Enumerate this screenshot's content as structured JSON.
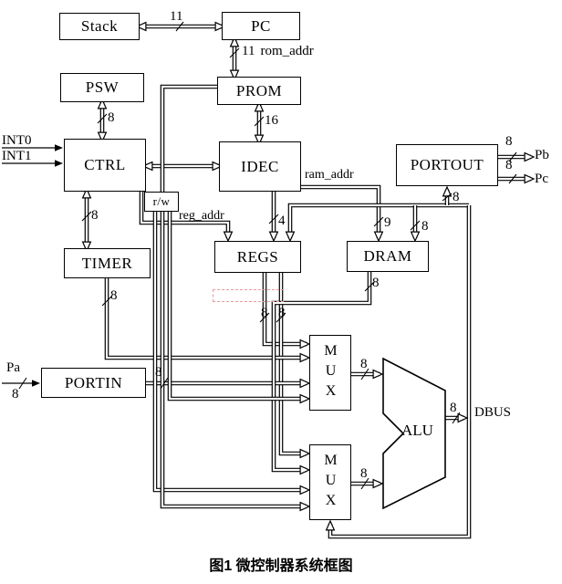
{
  "figure": {
    "caption": "图1  微控制器系统框图"
  },
  "blocks": {
    "stack": "Stack",
    "pc": "PC",
    "psw": "PSW",
    "prom": "PROM",
    "ctrl": "CTRL",
    "idec": "IDEC",
    "portout": "PORTOUT",
    "timer": "TIMER",
    "regs": "REGS",
    "dram": "DRAM",
    "portin": "PORTIN",
    "mux_a": "MUX",
    "mux_b": "MUX",
    "alu": "ALU",
    "rw": "r/w"
  },
  "signals": {
    "int0": "INT0",
    "int1": "INT1",
    "pa": "Pa",
    "pb": "Pb",
    "pc_port": "Pc",
    "dbus": "DBUS",
    "rom_addr": "rom_addr",
    "reg_addr": "reg_addr",
    "ram_addr": "ram_addr"
  },
  "widths": {
    "w4": "4",
    "w8": "8",
    "w9": "9",
    "w11": "11",
    "w16": "16"
  },
  "colors": {
    "ink": "#000000",
    "watermark": "#ea9b9b"
  }
}
